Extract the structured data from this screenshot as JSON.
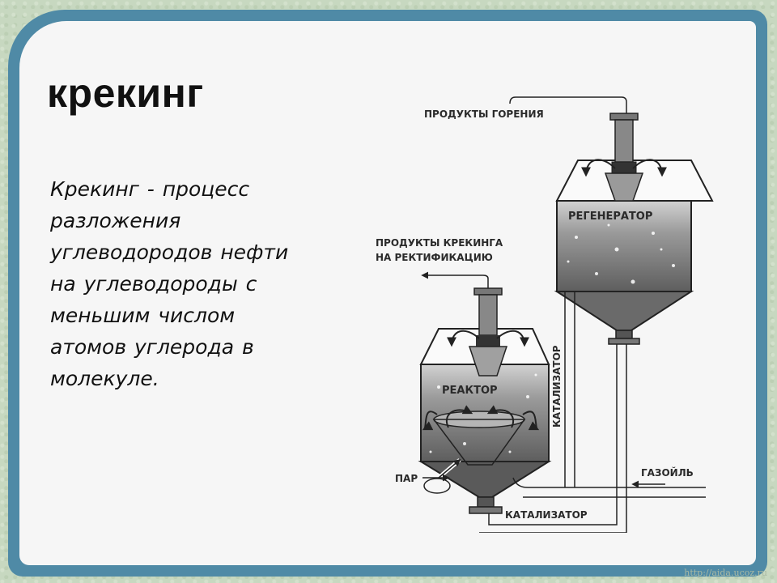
{
  "slide": {
    "title": "крекинг",
    "body": "Крекинг - процесс разложения углеводородов нефти на углеводороды с меньшим числом атомов углерода в молекуле."
  },
  "diagram": {
    "labels": {
      "combustion_products": "ПРОДУКТЫ ГОРЕНИЯ",
      "regenerator": "РЕГЕНЕРАТОР",
      "cracking_products_line1": "ПРОДУКТЫ КРЕКИНГА",
      "cracking_products_line2": "НА РЕКТИФИКАЦИЮ",
      "catalyst_vertical": "КАТАЛИЗАТОР",
      "reactor": "РЕАКТОР",
      "gas_oil": "ГАЗОЙЛЬ",
      "steam": "ПАР",
      "catalyst_bottom": "КАТАЛИЗАТОР"
    }
  },
  "watermark": "http://aida.ucoz.ru",
  "colors": {
    "frame": "#4f8aa6",
    "card": "#f6f6f6",
    "background": "#c7d8c0",
    "vessel_fill": "#8a8a8a",
    "vessel_outline": "#222222"
  }
}
